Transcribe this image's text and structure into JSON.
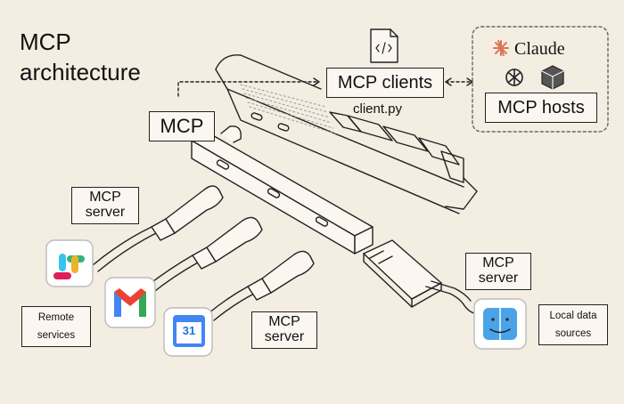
{
  "title": {
    "line1": "MCP",
    "line2": "architecture"
  },
  "labels": {
    "mcp": "MCP",
    "mcp_clients": "MCP clients",
    "client_file": "client.py",
    "claude": "Claude",
    "mcp_hosts": "MCP hosts",
    "server_top": {
      "line1": "MCP",
      "line2": "server"
    },
    "server_middle": {
      "line1": "MCP",
      "line2": "server"
    },
    "server_right": {
      "line1": "MCP",
      "line2": "server"
    },
    "remote": {
      "line1": "Remote",
      "line2": "services"
    },
    "local": {
      "line1": "Local data",
      "line2": "sources"
    }
  },
  "icons": {
    "file": "code-file-icon",
    "claude": "claude-sunburst-icon",
    "openai": "openai-logo-icon",
    "host3": "cube-logo-icon",
    "slack": "slack-logo-icon",
    "gmail": "gmail-logo-icon",
    "calendar": "google-calendar-icon",
    "calendar_day": "31",
    "finder": "finder-logo-icon"
  },
  "colors": {
    "background": "#f4ede2",
    "stroke": "#222222",
    "claude_orange": "#d97757",
    "gmail_red": "#ea4335",
    "finder_blue": "#4aa3e8"
  }
}
